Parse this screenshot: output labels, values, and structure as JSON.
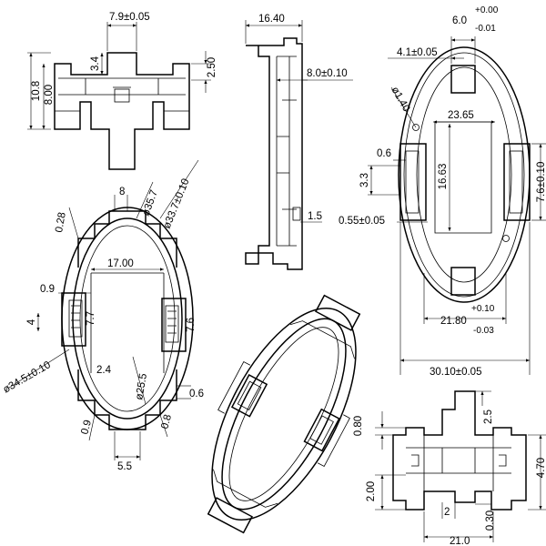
{
  "top_view": {
    "width": "7.9±0.05",
    "tab_height": "3.4",
    "total_height": "10.8",
    "body_height": "8.00",
    "right_height": "2.50"
  },
  "side_view": {
    "length": "16.40",
    "offset": "8.0±0.10",
    "foot": "1.5"
  },
  "front_view": {
    "dia_outer": "ø35.7",
    "dia_ring": "ø33.7±0.10",
    "gap_top": "8",
    "gap_small": "0.28",
    "span": "17.00",
    "tab": "0.9",
    "slot": "4",
    "contact_left": "7.7",
    "contact_right": "7.6",
    "dia_base": "ø34.5±0.10",
    "inner": "2.4",
    "dia_inner": "ø25.5",
    "edge_right": "0.6",
    "edge_bl": "0.9",
    "edge_br": "0.8",
    "bottom_width": "5.5"
  },
  "bottom_view": {
    "tol_plus": "+0.00",
    "nominal": "6.0",
    "tol_minus": "-0.01",
    "tab_offset": "4.1±0.05",
    "hole": "ø1.40",
    "pitch": "23.65",
    "pad_w": "0.6",
    "pad_h": "3.3",
    "center": "16.63",
    "pad_gap": "0.55±0.05",
    "right_pad": "7.6±0.10",
    "tol2_plus": "+0.10",
    "pitch2": "21.80",
    "tol2_minus": "-0.03",
    "overall": "30.10±0.05"
  },
  "profile_view": {
    "h1": "0.80",
    "h2": "2.5",
    "h3": "2.00",
    "total": "4.70",
    "mid": "2",
    "clear": "0.30",
    "length": "21.0"
  }
}
